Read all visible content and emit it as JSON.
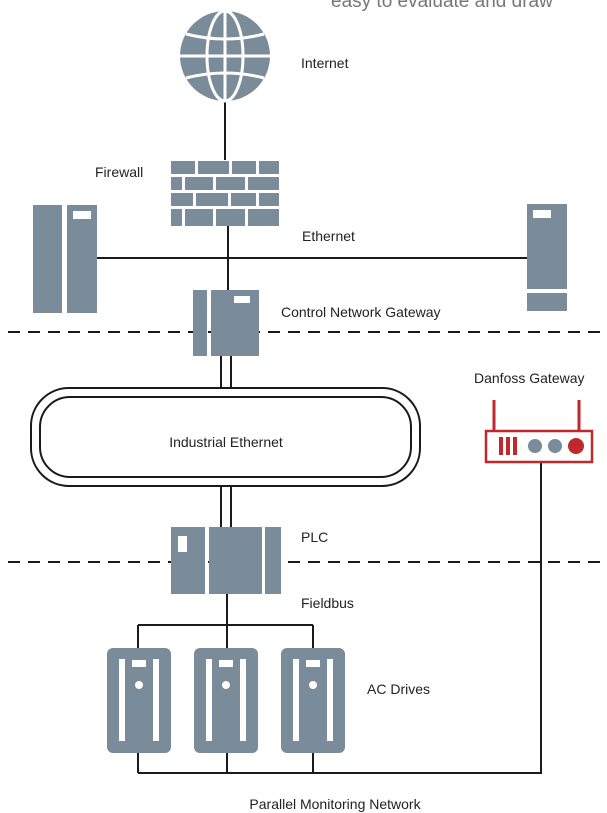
{
  "header_text": "easy to evaluate and draw",
  "labels": {
    "internet": "Internet",
    "firewall": "Firewall",
    "ethernet": "Ethernet",
    "control_gateway": "Control Network Gateway",
    "danfoss_gateway": "Danfoss Gateway",
    "industrial_ethernet": "Industrial Ethernet",
    "plc": "PLC",
    "fieldbus": "Fieldbus",
    "ac_drives": "AC Drives",
    "parallel_network": "Parallel Monitoring Network"
  },
  "colors": {
    "device": "#7a8c9a",
    "line": "#1a1a1a",
    "accent": "#c0282d",
    "icon_white": "#ffffff"
  },
  "icons": {
    "internet": "globe-icon",
    "firewall": "brick-wall-icon",
    "server": "server-cabinet-icon",
    "gateway": "gateway-device-icon",
    "router": "router-icon",
    "plc": "plc-icon",
    "drive": "ac-drive-icon"
  }
}
